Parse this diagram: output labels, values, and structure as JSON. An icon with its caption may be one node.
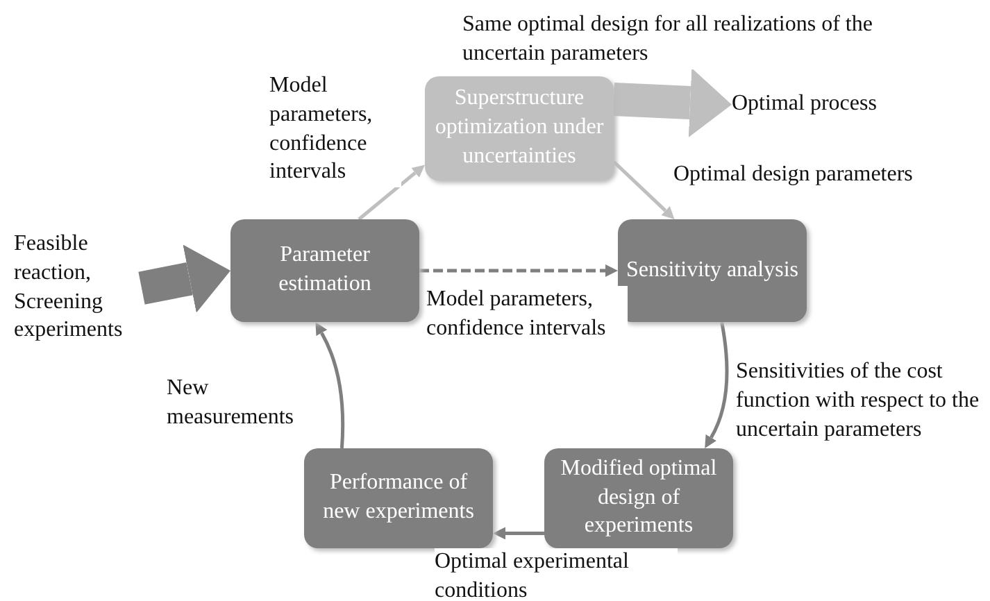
{
  "diagram": {
    "nodes": [
      {
        "text": [
          "Feasible reaction, Screening experiments"
        ]
      },
      {
        "text": [
          "Parameter estimation"
        ]
      },
      {
        "text": [
          "Superstructure optimization under uncertainties"
        ]
      },
      {
        "text": [
          "Optimal process"
        ]
      },
      {
        "text": [
          "Sensitivity analysis"
        ]
      },
      {
        "text": [
          "Modified optimal design of experiments"
        ]
      },
      {
        "text": [
          "Performance of new experiments"
        ]
      }
    ],
    "edges": [
      {
        "from": 0,
        "to": 1,
        "arrow": "to",
        "style": "thick"
      },
      {
        "from": 1,
        "to": 2,
        "arrow": "to",
        "label": "Model parameters, confidence intervals",
        "color": "#bfbfbf"
      },
      {
        "from": 2,
        "to": 3,
        "arrow": "to",
        "label": "Same optimal design for all realizations of the uncertain parameters",
        "style": "thick",
        "color": "#bfbfbf"
      },
      {
        "from": 2,
        "to": 4,
        "arrow": "to",
        "label": "Optimal design parameters",
        "color": "#bfbfbf"
      },
      {
        "from": 1,
        "to": 4,
        "arrow": "to",
        "label": "Model parameters, confidence intervals",
        "style": "dashed"
      },
      {
        "from": 4,
        "to": 5,
        "arrow": "to",
        "label": "Sensitivities of the cost function with respect to the uncertain parameters"
      },
      {
        "from": 5,
        "to": 6,
        "arrow": "to",
        "label": "Optimal experimental conditions"
      },
      {
        "from": 6,
        "to": 1,
        "arrow": "to",
        "label": "New measurements"
      }
    ]
  }
}
